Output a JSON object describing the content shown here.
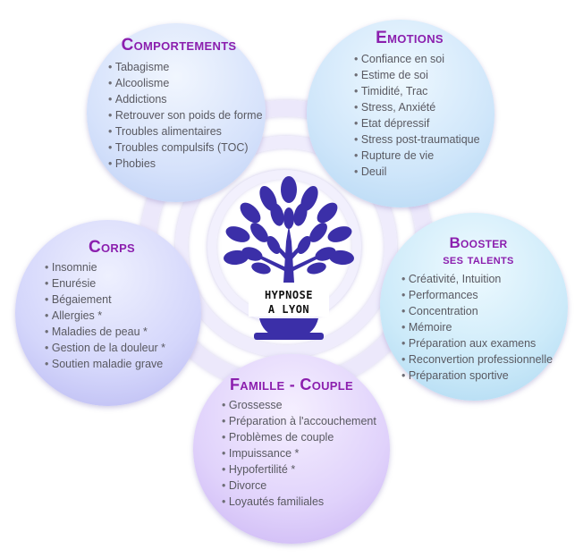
{
  "logo": {
    "line1": "HYPNOSE",
    "line2": "A LYON",
    "colors": {
      "tree": "#3b2fa8",
      "pot": "#3b2fa8"
    }
  },
  "colors": {
    "heading": "#8b1fae",
    "item_text": "#595961"
  },
  "categories": {
    "comportements": {
      "title": "Comportements",
      "items": [
        "Tabagisme",
        "Alcoolisme",
        "Addictions",
        "Retrouver son poids de forme",
        "Troubles alimentaires",
        "Troubles compulsifs (TOC)",
        "Phobies"
      ]
    },
    "emotions": {
      "title": "Emotions",
      "items": [
        "Confiance en soi",
        "Estime de soi",
        "Timidité, Trac",
        "Stress, Anxiété",
        "Etat dépressif",
        "Stress post-traumatique",
        "Rupture de vie",
        "Deuil"
      ]
    },
    "corps": {
      "title": "Corps",
      "items": [
        "Insomnie",
        "Enurésie",
        "Bégaiement",
        "Allergies *",
        "Maladies de peau *",
        "Gestion de la douleur *",
        "Soutien maladie grave"
      ]
    },
    "booster": {
      "title_line1": "Booster",
      "title_line2": "ses talents",
      "items": [
        "Créativité, Intuition",
        "Performances",
        "Concentration",
        "Mémoire",
        "Préparation aux examens",
        "Reconvertion professionnelle",
        "Préparation sportive"
      ]
    },
    "famille": {
      "title": "Famille - Couple",
      "items": [
        "Grossesse",
        "Préparation à l'accouchement",
        "Problèmes de couple",
        "Impuissance *",
        "Hypofertilité *",
        "Divorce",
        "Loyautés familiales"
      ]
    }
  }
}
